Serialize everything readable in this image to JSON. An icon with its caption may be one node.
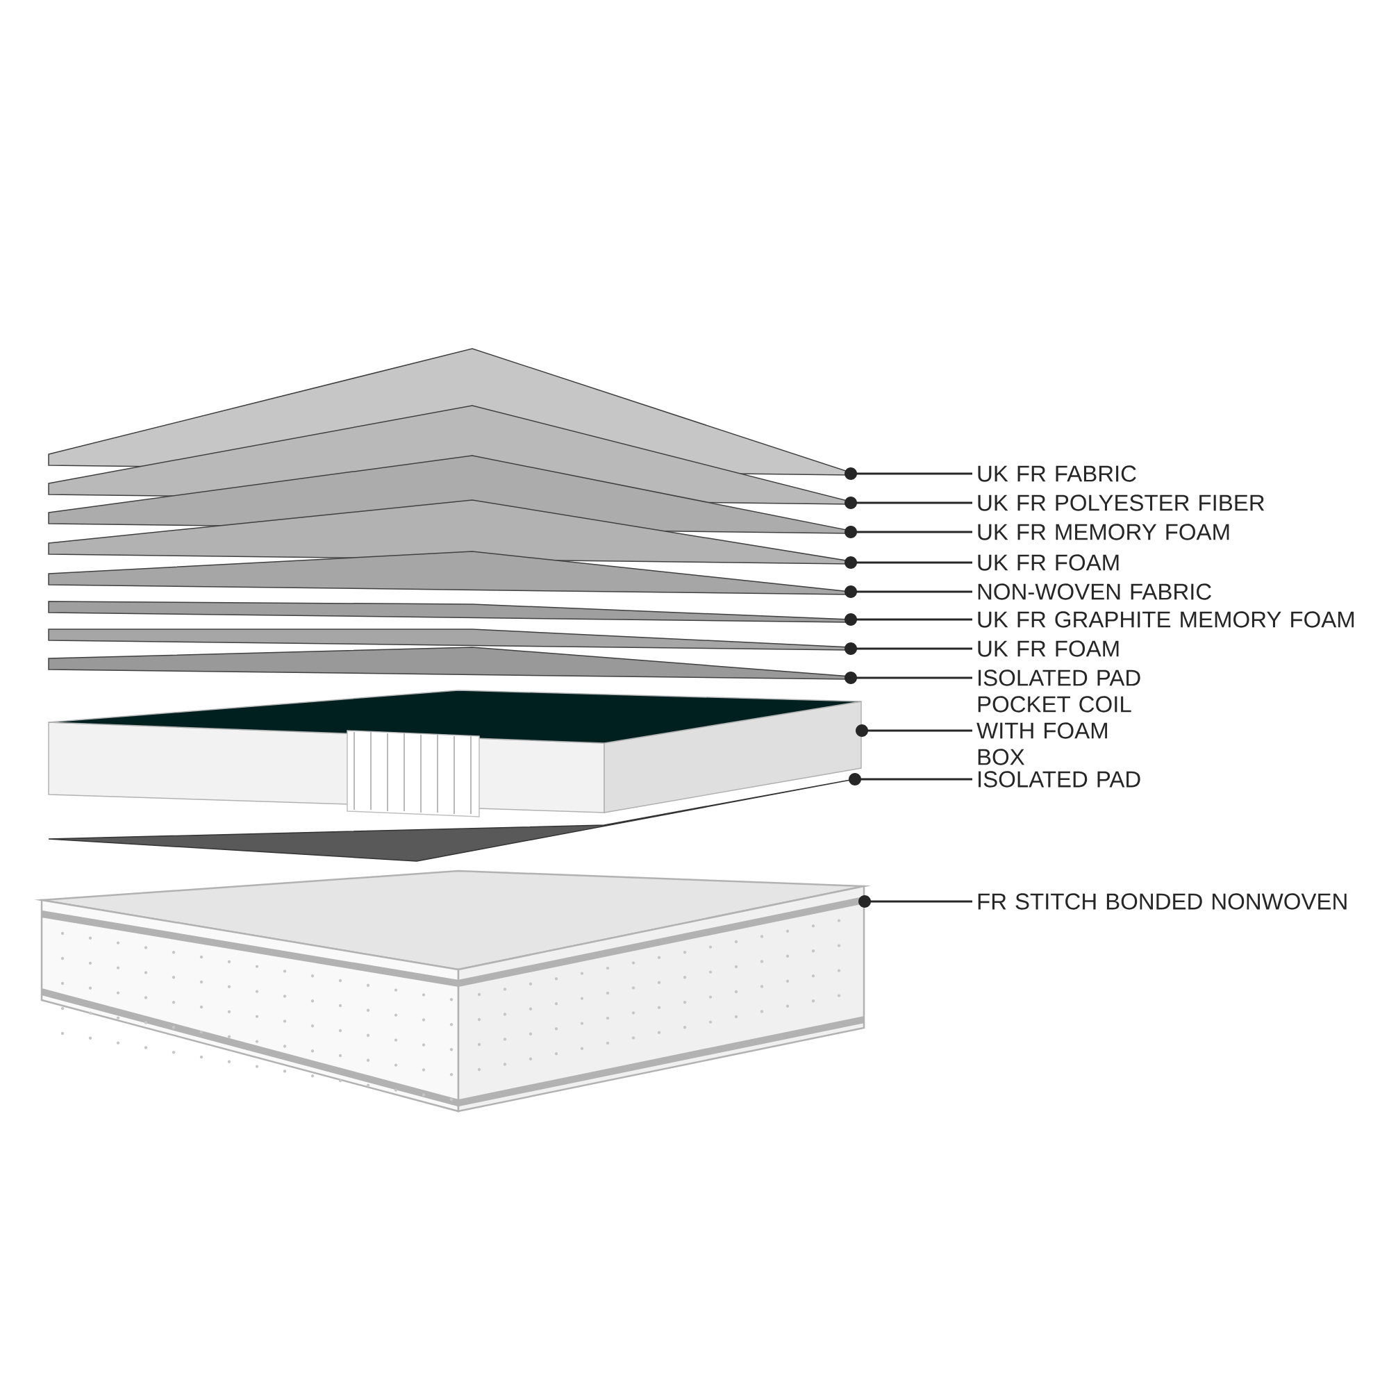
{
  "diagram": {
    "nodes": [
      {
        "text": [
          "UK FR FABRIC"
        ]
      },
      {
        "text": [
          "UK FR POLYESTER FIBER"
        ]
      },
      {
        "text": [
          "UK FR MEMORY FOAM"
        ]
      },
      {
        "text": [
          "UK FR FOAM"
        ]
      },
      {
        "text": [
          "NON-WOVEN FABRIC"
        ]
      },
      {
        "text": [
          "UK FR GRAPHITE MEMORY FOAM"
        ]
      },
      {
        "text": [
          "UK FR FOAM"
        ]
      },
      {
        "text": [
          "ISOLATED PAD"
        ]
      },
      {
        "text": [
          "POCKET COIL WITH FOAM BOX"
        ]
      },
      {
        "text": [
          "ISOLATED PAD"
        ]
      },
      {
        "text": [
          "FR STITCH BONDED NONWOVEN"
        ]
      },
      {
        "text": [],
        "shape": "picture"
      },
      {
        "text": [],
        "shape": "picture"
      },
      {
        "text": [],
        "shape": "picture"
      },
      {
        "text": [],
        "shape": "picture"
      },
      {
        "text": [],
        "shape": "picture"
      },
      {
        "text": [],
        "shape": "picture"
      },
      {
        "text": [],
        "shape": "picture"
      },
      {
        "text": [],
        "shape": "picture"
      },
      {
        "text": [],
        "shape": "picture"
      },
      {
        "text": [],
        "shape": "picture"
      },
      {
        "text": [],
        "shape": "picture"
      }
    ],
    "edges": [
      {
        "from": 0,
        "to": 11,
        "arrow": "other"
      },
      {
        "from": 1,
        "to": 12,
        "arrow": "other"
      },
      {
        "from": 2,
        "to": 13,
        "arrow": "other"
      },
      {
        "from": 3,
        "to": 14,
        "arrow": "other"
      },
      {
        "from": 4,
        "to": 15,
        "arrow": "other"
      },
      {
        "from": 5,
        "to": 16,
        "arrow": "other"
      },
      {
        "from": 6,
        "to": 17,
        "arrow": "other"
      },
      {
        "from": 7,
        "to": 18,
        "arrow": "other"
      },
      {
        "from": 8,
        "to": 19,
        "arrow": "other"
      },
      {
        "from": 9,
        "to": 20,
        "arrow": "other"
      },
      {
        "from": 10,
        "to": 21,
        "arrow": "other"
      }
    ]
  }
}
